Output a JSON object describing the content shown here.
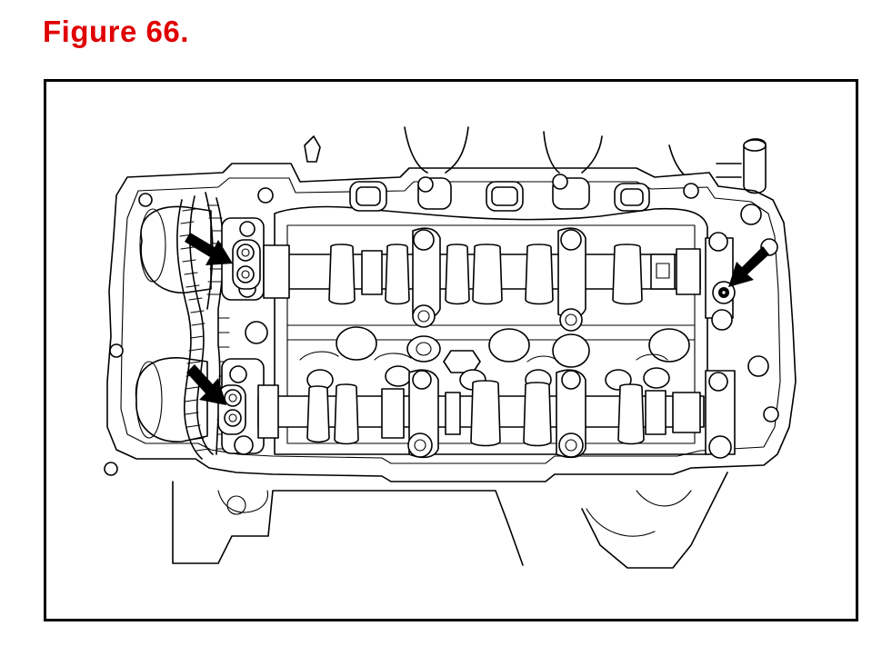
{
  "figure": {
    "title": "Figure 66.",
    "title_color": "#e00000"
  },
  "frame": {
    "border_color": "#000000"
  },
  "illustration": {
    "subject": "cylinder-head-camshaft-assembly",
    "callout_arrows": 3,
    "arrow_color": "#000000"
  }
}
